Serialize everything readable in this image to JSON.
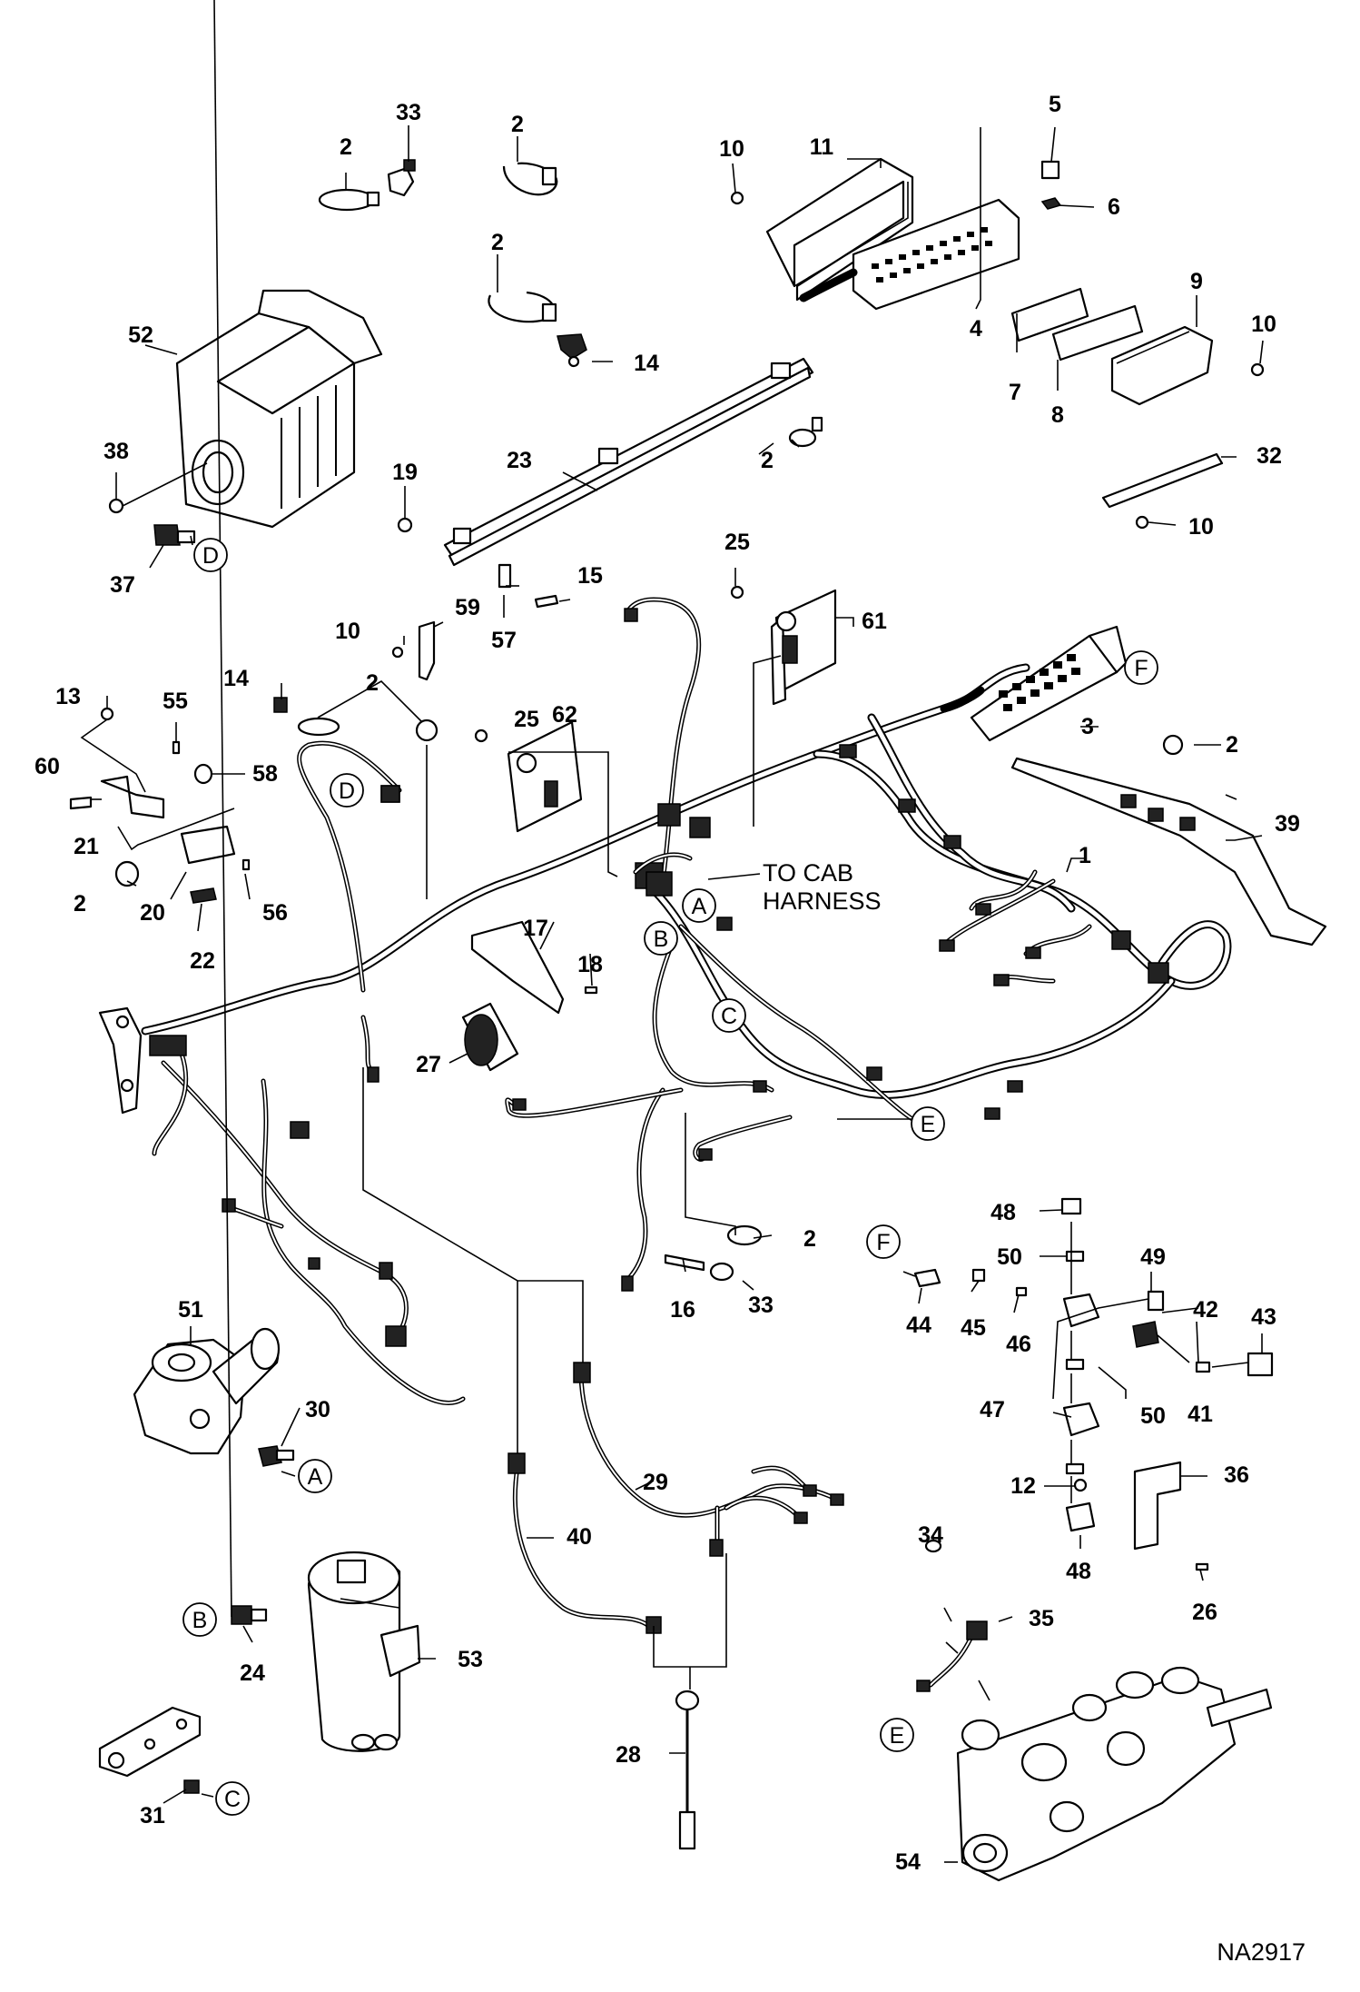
{
  "drawing_id": "NA2917",
  "note": "TO CAB HARNESS",
  "callouts": [
    "1",
    "2",
    "3",
    "4",
    "5",
    "6",
    "7",
    "8",
    "9",
    "10",
    "11",
    "12",
    "13",
    "14",
    "15",
    "16",
    "17",
    "18",
    "19",
    "20",
    "21",
    "22",
    "23",
    "24",
    "25",
    "26",
    "27",
    "28",
    "29",
    "30",
    "31",
    "32",
    "33",
    "34",
    "35",
    "36",
    "37",
    "38",
    "39",
    "40",
    "41",
    "42",
    "43",
    "44",
    "45",
    "46",
    "47",
    "48",
    "49",
    "50",
    "51",
    "52",
    "53",
    "54",
    "55",
    "56",
    "57",
    "58",
    "59",
    "60",
    "61",
    "62"
  ],
  "connectors": [
    "A",
    "B",
    "C",
    "D",
    "E",
    "F"
  ]
}
